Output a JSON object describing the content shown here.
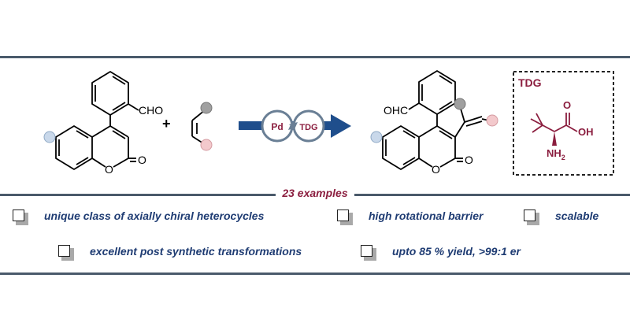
{
  "scheme": {
    "reactant1_label": "CHO",
    "reactant1_o_ring": "O",
    "reactant1_o_carbonyl": "O",
    "plus_sign": "+",
    "catalyst1": "Pd",
    "catalyst2": "TDG",
    "product_label": "OHC",
    "product_o_ring": "O",
    "product_o_carbonyl": "O",
    "tdg_box_title": "TDG",
    "tdg_o": "O",
    "tdg_oh": "OH",
    "tdg_nh2": "NH",
    "tdg_nh2_sub": "2"
  },
  "examples_label": "23 examples",
  "features": [
    "unique class of axially chiral heterocycles",
    "high rotational barrier",
    "scalable",
    "excellent post synthetic transformations",
    "upto 85 % yield, >99:1 er"
  ],
  "colors": {
    "rule": "#4a5a6b",
    "accent": "#8b1e3f",
    "feature_text": "#1f3c73",
    "arrow": "#1f4e8c",
    "blue_sphere": "#c9d8ea",
    "pink_sphere": "#f3c9cc",
    "grey_sphere": "#a0a0a0"
  }
}
